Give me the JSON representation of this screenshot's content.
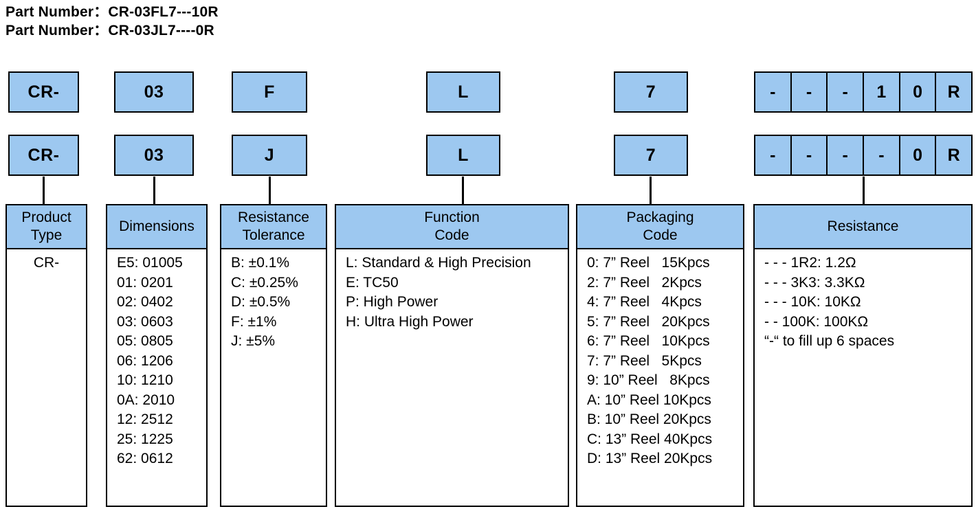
{
  "title": {
    "line1": "Part Number：CR-03FL7---10R",
    "line2": "Part Number：CR-03JL7----0R"
  },
  "code_rows": [
    {
      "row_id": "row-1",
      "segments": [
        "CR-",
        "03",
        "F",
        "L",
        "7"
      ],
      "resistance_cells": [
        "-",
        "-",
        "-",
        "1",
        "0",
        "R"
      ]
    },
    {
      "row_id": "row-2",
      "segments": [
        "CR-",
        "03",
        "J",
        "L",
        "7"
      ],
      "resistance_cells": [
        "-",
        "-",
        "-",
        "-",
        "0",
        "R"
      ]
    }
  ],
  "columns": [
    {
      "key": "product_type",
      "header_line1": "Product",
      "header_line2": "Type",
      "entries": [
        "CR-"
      ]
    },
    {
      "key": "dimensions",
      "header_line1": "Dimensions",
      "header_line2": "",
      "entries": [
        "E5: 01005",
        "01: 0201",
        "02: 0402",
        "03: 0603",
        "05: 0805",
        "06: 1206",
        "10: 1210",
        "0A: 2010",
        "12: 2512",
        "25: 1225",
        "62: 0612"
      ]
    },
    {
      "key": "resistance_tolerance",
      "header_line1": "Resistance",
      "header_line2": "Tolerance",
      "entries": [
        "B: ±0.1%",
        "C: ±0.25%",
        "D: ±0.5%",
        "F: ±1%",
        "J: ±5%"
      ]
    },
    {
      "key": "function_code",
      "header_line1": "Function",
      "header_line2": "Code",
      "entries": [
        "L: Standard & High Precision",
        "E: TC50",
        "P: High Power",
        "H: Ultra High Power"
      ]
    },
    {
      "key": "packaging_code",
      "header_line1": "Packaging",
      "header_line2": "Code",
      "entries": [
        "0: 7” Reel   15Kpcs",
        "2: 7” Reel   2Kpcs",
        "4: 7” Reel   4Kpcs",
        "5: 7” Reel   20Kpcs",
        "6: 7” Reel   10Kpcs",
        "7: 7” Reel   5Kpcs",
        "9: 10” Reel   8Kpcs",
        "A: 10” Reel 10Kpcs",
        "B: 10” Reel 20Kpcs",
        "C: 13” Reel 40Kpcs",
        "D: 13” Reel 20Kpcs"
      ]
    },
    {
      "key": "resistance",
      "header_line1": "Resistance",
      "header_line2": "",
      "entries": [
        "- - - 1R2: 1.2Ω",
        "- - - 3K3: 3.3KΩ",
        "- - - 10K: 10KΩ",
        "- - 100K: 100KΩ"
      ],
      "note": "“-“ to fill up 6 spaces"
    }
  ],
  "colors": {
    "box_fill": "#9DC8F0",
    "border": "#000000",
    "text": "#000000",
    "background": "#FFFFFF"
  }
}
